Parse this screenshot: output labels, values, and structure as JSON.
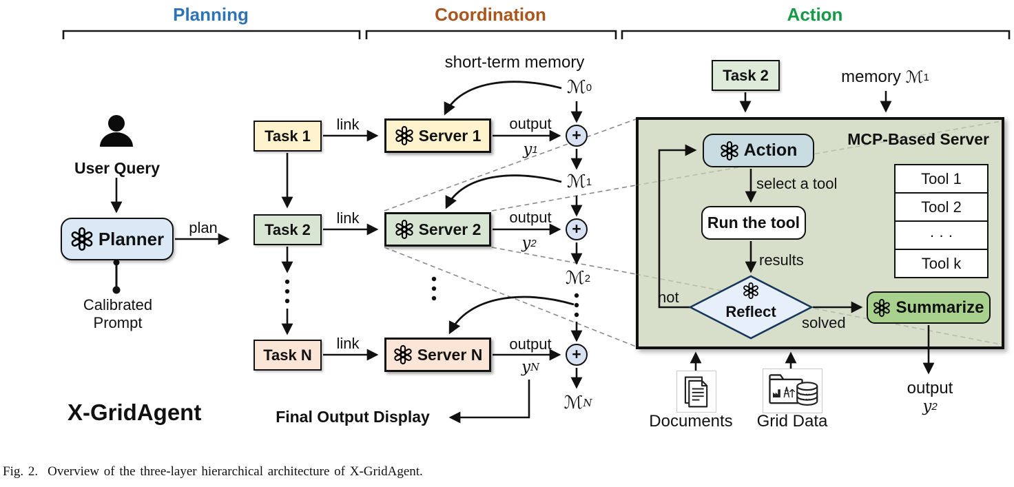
{
  "figure": {
    "caption_prefix": "Fig. 2.",
    "caption_text": "Overview of the three-layer hierarchical architecture of X-GridAgent."
  },
  "sections": [
    {
      "label": "Planning",
      "color": "#2E74B5"
    },
    {
      "label": "Coordination",
      "color": "#A9551E"
    },
    {
      "label": "Action",
      "color": "#159947"
    }
  ],
  "planning": {
    "user_query": "User Query",
    "planner": "Planner",
    "plan": "plan",
    "calibrated_line1": "Calibrated",
    "calibrated_line2": "Prompt",
    "brand": "X-GridAgent",
    "link": "link",
    "tasks": [
      {
        "label": "Task 1",
        "color": "#FFF3CD"
      },
      {
        "label": "Task 2",
        "color": "#D9E5D3"
      },
      {
        "label": "Task N",
        "color": "#FBE5D6"
      }
    ]
  },
  "coordination": {
    "heading": "short-term memory",
    "servers": [
      {
        "label": "Server 1",
        "color": "#FFF3CD"
      },
      {
        "label": "Server 2",
        "color": "#D9E5D3"
      },
      {
        "label": "Server N",
        "color": "#FBE5D6"
      }
    ],
    "output": "output",
    "plus_sign": "+",
    "ys": [
      {
        "sym": "y",
        "sub": "1"
      },
      {
        "sym": "y",
        "sub": "2"
      },
      {
        "sym": "y",
        "sub": "N"
      }
    ],
    "memories": [
      {
        "sym": "ℳ",
        "sub": "0"
      },
      {
        "sym": "ℳ",
        "sub": "1"
      },
      {
        "sym": "ℳ",
        "sub": "2"
      },
      {
        "sym": "ℳ",
        "sub": "N"
      }
    ],
    "final_output": "Final Output Display"
  },
  "action": {
    "task_label": "Task 2",
    "memory_word": "memory",
    "memory_sym": "ℳ",
    "memory_sub": "1",
    "panel_title": "MCP-Based Server",
    "action_label": "Action",
    "select_tool": "select a tool",
    "run_tool": "Run the tool",
    "results": "results",
    "reflect": "Reflect",
    "not_label": "not",
    "solved_label": "solved",
    "summarize": "Summarize",
    "tools": [
      "Tool 1",
      "Tool 2",
      "· · ·",
      "Tool k"
    ],
    "documents": "Documents",
    "grid_data": "Grid Data",
    "output_word": "output",
    "y_sym": "y",
    "y_sub": "2"
  }
}
